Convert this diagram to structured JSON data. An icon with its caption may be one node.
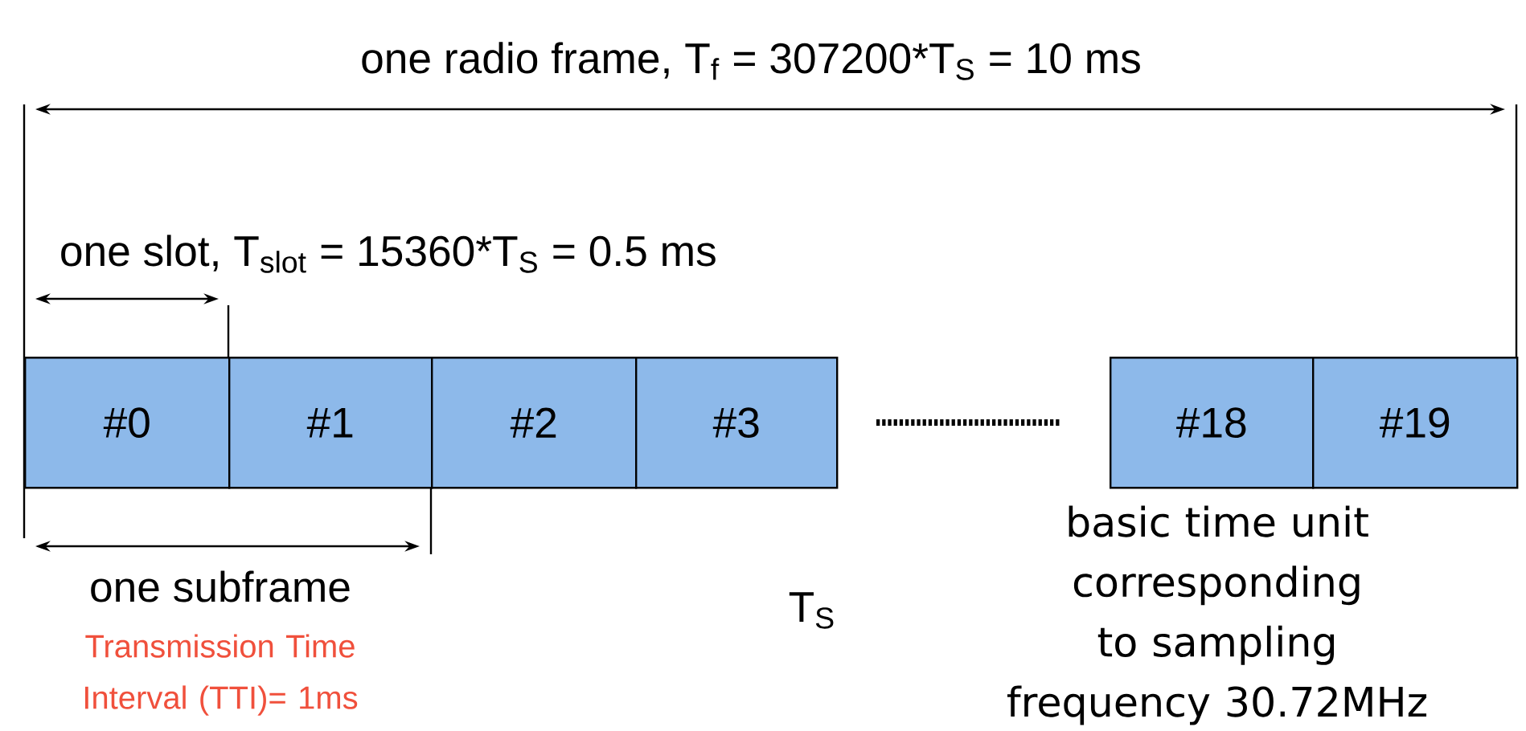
{
  "diagram": {
    "nodes": [
      {
        "text": [
          "#0"
        ]
      },
      {
        "text": [
          "#1"
        ]
      },
      {
        "text": [
          "#2"
        ]
      },
      {
        "text": [
          "#3"
        ]
      },
      {
        "text": [
          "#18"
        ]
      },
      {
        "text": [
          "#19"
        ]
      }
    ],
    "labels": [
      "one radio frame, T$_{f}$ = 307200*T$_{S}$ = 10 ms",
      "one slot, T$_{slot}$ = 15360*T$_{S}$ = 0.5 ms",
      "one subframe",
      "Transmission Time Interval (TTI)= 1ms",
      "T$_{S}$",
      "basic time unit corresponding to sampling frequency 30.72MHz"
    ]
  }
}
